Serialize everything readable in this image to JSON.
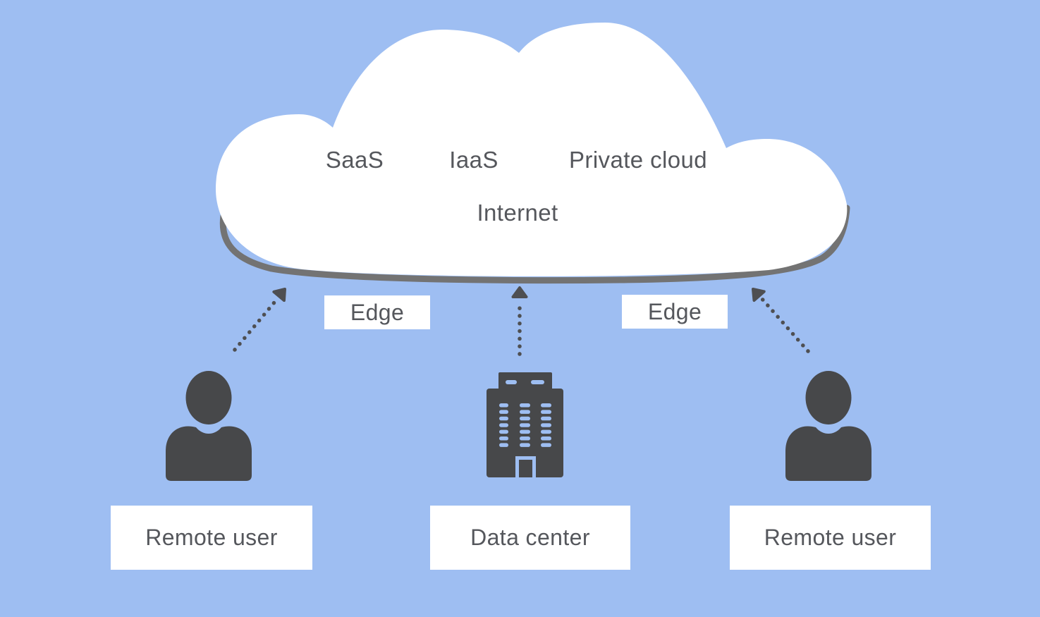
{
  "theme": {
    "bg": "#9EBEF2",
    "panel": "#FFFFFF",
    "line": "#737373",
    "ink": "#47484A",
    "arrow": "#4E4F52",
    "text": "#55575C"
  },
  "cloud": {
    "services": [
      {
        "label": "SaaS"
      },
      {
        "label": "IaaS"
      },
      {
        "label": "Private cloud"
      }
    ],
    "network_label": "Internet"
  },
  "edges": {
    "left": {
      "label": "Edge"
    },
    "right": {
      "label": "Edge"
    }
  },
  "nodes": {
    "left": {
      "label": "Remote user",
      "icon": "user-icon"
    },
    "center": {
      "label": "Data center",
      "icon": "building-icon"
    },
    "right": {
      "label": "Remote user",
      "icon": "user-icon"
    }
  },
  "connectors": [
    {
      "from": "remote-user-left",
      "to": "cloud",
      "style": "dotted-arrow"
    },
    {
      "from": "data-center",
      "to": "cloud",
      "style": "dotted-arrow"
    },
    {
      "from": "remote-user-right",
      "to": "cloud",
      "style": "dotted-arrow"
    }
  ]
}
